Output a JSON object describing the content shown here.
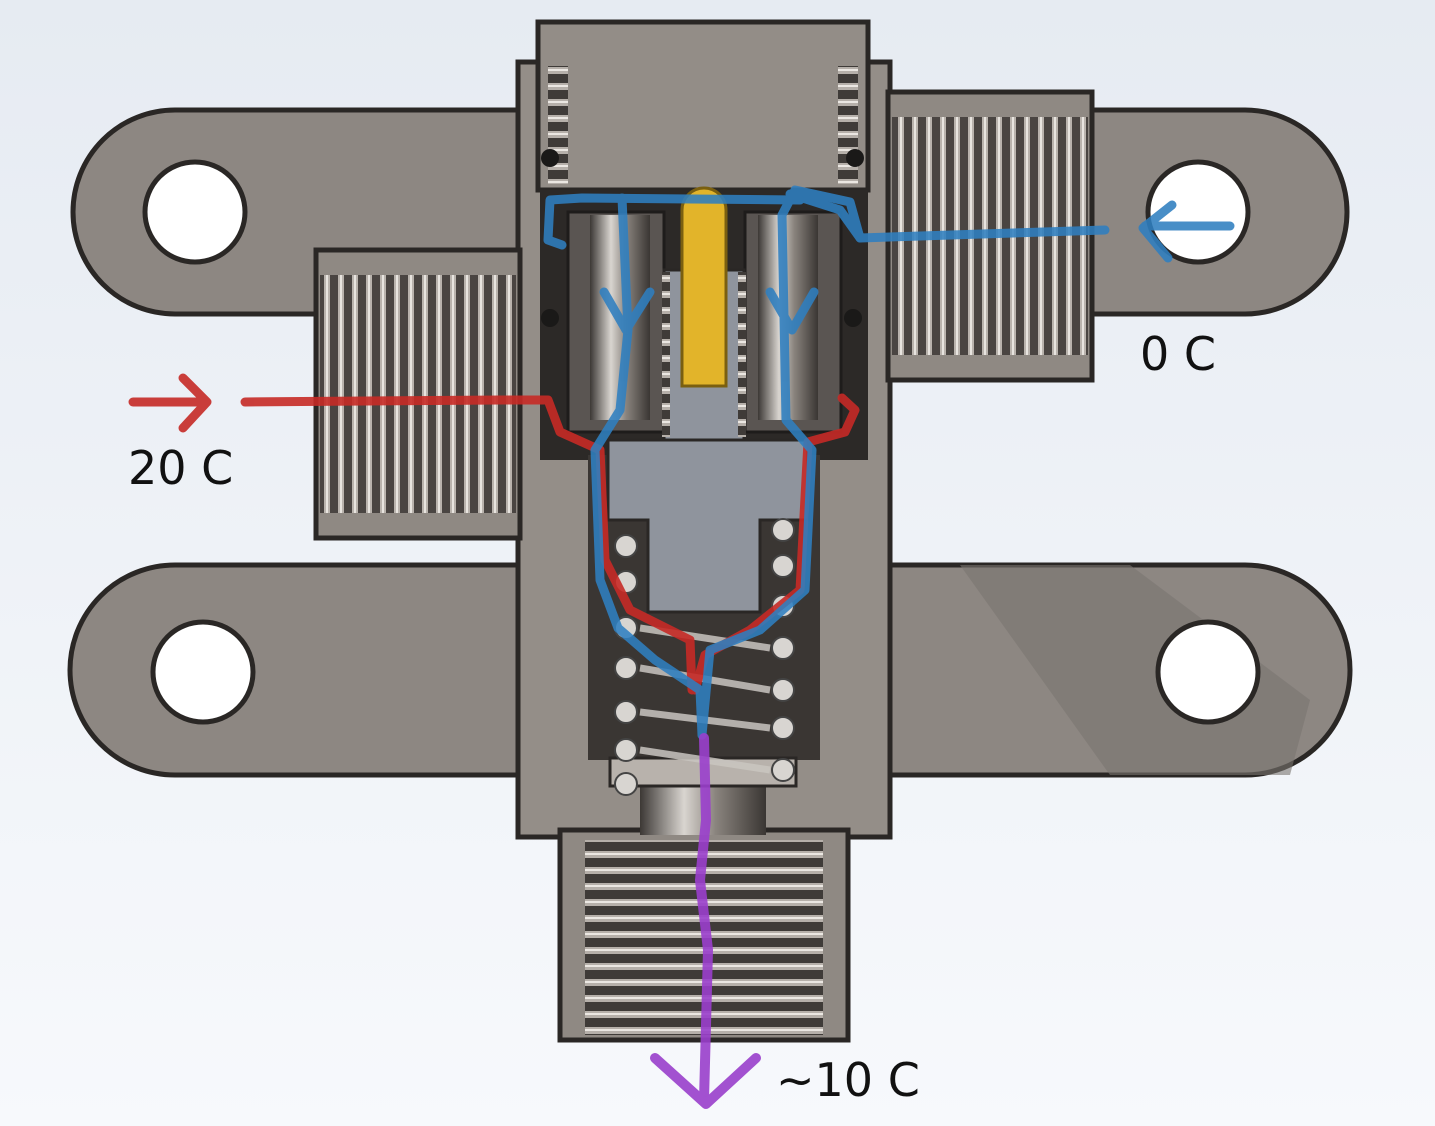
{
  "labels": {
    "hot_inlet": "20 C",
    "cold_inlet": "0 C",
    "mixed_outlet": "~10 C"
  },
  "colors": {
    "background_top": "#e9edf3",
    "background_bottom": "#f6f8fb",
    "body_metal": "#8d8782",
    "body_edge": "#2a2725",
    "thread_dark": "#3e3a37",
    "thread_light": "#bdb8b2",
    "piston": "#8f949d",
    "pin": "#e2b42a",
    "hot_flow": "#c62a26",
    "cold_flow": "#2f7fc0",
    "mixed_flow": "#9a3fcc"
  }
}
